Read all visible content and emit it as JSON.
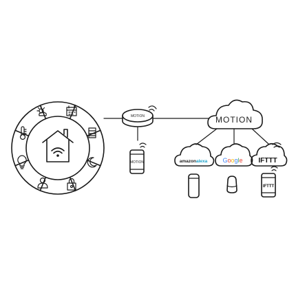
{
  "hub": {
    "label": "MOTION"
  },
  "phone_center": {
    "label": "MOTION"
  },
  "cloud_main": {
    "label": "MOTION"
  },
  "services": {
    "alexa": {
      "label": "amazon alexa",
      "word1": "amazon",
      "word2": "alexa",
      "color": "#1ba1c9"
    },
    "google": {
      "label": "Google",
      "letters": [
        "G",
        "o",
        "o",
        "g",
        "l",
        "e"
      ],
      "colors": [
        "#4285f4",
        "#ea4335",
        "#fbbc05",
        "#4285f4",
        "#34a853",
        "#ea4335"
      ]
    },
    "ifttt": {
      "label": "IFTTT"
    }
  },
  "phone_ifttt": {
    "label": "IFTTT"
  },
  "ring_icons": [
    "sun-cloud-icon",
    "calendar-icon",
    "blind-icon",
    "moon-icon",
    "lock-icon",
    "person-icon",
    "bulb-icon",
    "thermometer-icon"
  ]
}
